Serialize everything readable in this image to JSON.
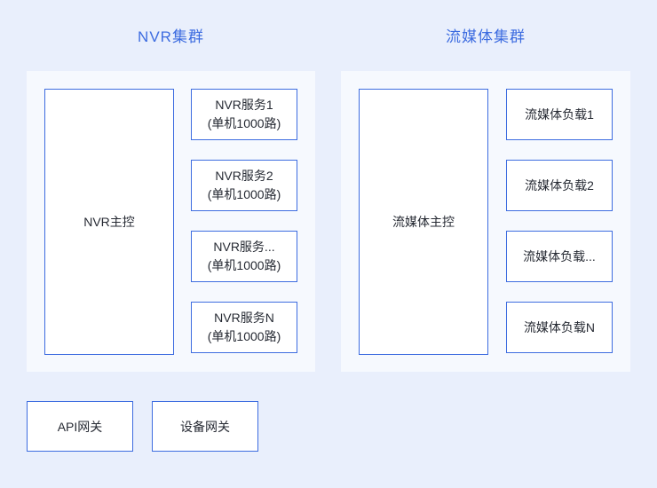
{
  "colors": {
    "page_bg": "#e9effc",
    "panel_bg": "#f6f9fe",
    "box_bg": "#ffffff",
    "accent": "#3d6ce0",
    "text_color": "#262a33"
  },
  "clusters": [
    {
      "title": "NVR集群",
      "master": "NVR主控",
      "nodes": [
        {
          "line1": "NVR服务1",
          "line2": "(单机1000路)"
        },
        {
          "line1": "NVR服务2",
          "line2": "(单机1000路)"
        },
        {
          "line1": "NVR服务...",
          "line2": "(单机1000路)"
        },
        {
          "line1": "NVR服务N",
          "line2": "(单机1000路)"
        }
      ]
    },
    {
      "title": "流媒体集群",
      "master": "流媒体主控",
      "nodes": [
        {
          "line1": "流媒体负载1"
        },
        {
          "line1": "流媒体负载2"
        },
        {
          "line1": "流媒体负载..."
        },
        {
          "line1": "流媒体负载N"
        }
      ]
    }
  ],
  "gateways": [
    {
      "label": "API网关"
    },
    {
      "label": "设备网关"
    }
  ]
}
